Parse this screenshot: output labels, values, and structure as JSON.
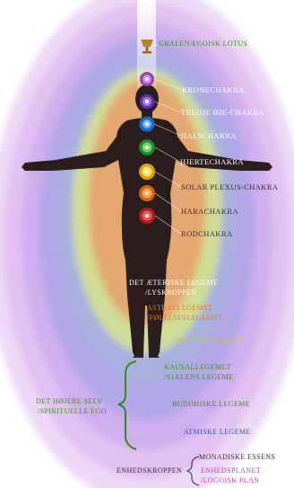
{
  "colors": {
    "violet_outer": "#e9d0f4",
    "violet": "#dcb5ee",
    "lavender": "#c6a9e8",
    "blue_lilac": "#a7a8e2",
    "green_yellow": "#d2dd97",
    "orange": "#e7a56a",
    "body": "#2b1d1d",
    "label_dark": "#3b2a3a",
    "label_green": "#3d8d23",
    "label_orange": "#e8762a",
    "label_yellow": "#d7c32d",
    "label_magenta": "#c237b9",
    "brace_green": "#2e8b1f"
  },
  "labels": {
    "graal": "Gralen/Egoisk lotus",
    "krone": "Kronechakra",
    "tredje_oje": "Tredje øje-chakra",
    "hals": "Halschakra",
    "hjerte": "Hjertechakra",
    "solar": "Solar plexus-chakra",
    "hara": "Harachakra",
    "rod": "Rodchakra",
    "aeteriske_1": "Det æteriske legeme",
    "aeteriske_2": "/lyskroppen",
    "astral_1": "Astrallegemet",
    "astral_2": "/følelseslegemet",
    "mental": "Mentallegemet",
    "kausal_1": "Kausallegemet",
    "kausal_2": "/sjælens legeme",
    "hojere_1": "Det højere selv",
    "hojere_2": "/spirituelle ego",
    "buddhiske": "Buddhiske legeme",
    "atmiske": "Atmiske legeme",
    "enhedskroppen": "Enhedskroppen",
    "monadiske": "Monadiske essens",
    "enhedsplanet_1": "Enhedsplanet",
    "enhedsplanet_2": "/logoisk plan"
  },
  "icons": {
    "grail": "grail-icon",
    "chakras": [
      "crown-chakra-icon",
      "third-eye-chakra-icon",
      "throat-chakra-icon",
      "heart-chakra-icon",
      "solar-plexus-chakra-icon",
      "sacral-chakra-icon",
      "root-chakra-icon"
    ]
  }
}
